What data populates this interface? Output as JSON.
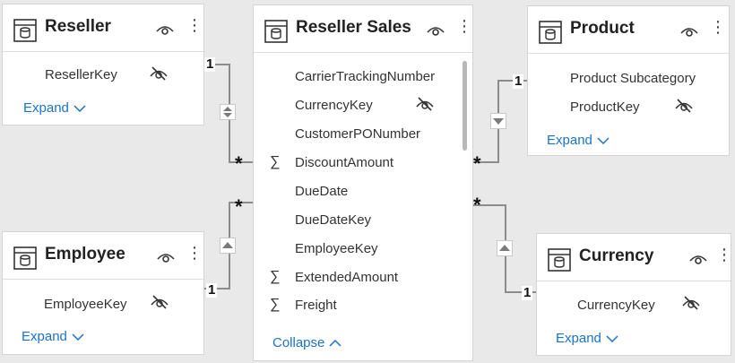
{
  "colors": {
    "background": "#e9e9e9",
    "card": "#ffffff",
    "link": "#1a73c8",
    "line": "#8c8c8c"
  },
  "tables": {
    "reseller": {
      "title": "Reseller",
      "fields": [
        "ResellerKey"
      ],
      "expand": "Expand"
    },
    "reseller_sales": {
      "title": "Reseller Sales",
      "fields": [
        "CarrierTrackingNumber",
        "CurrencyKey",
        "CustomerPONumber",
        "DiscountAmount",
        "DueDate",
        "DueDateKey",
        "EmployeeKey",
        "ExtendedAmount",
        "Freight"
      ],
      "collapse": "Collapse"
    },
    "product": {
      "title": "Product",
      "fields": [
        "Product Subcategory",
        "ProductKey"
      ],
      "expand": "Expand"
    },
    "employee": {
      "title": "Employee",
      "fields": [
        "EmployeeKey"
      ],
      "expand": "Expand"
    },
    "currency": {
      "title": "Currency",
      "fields": [
        "CurrencyKey"
      ],
      "expand": "Expand"
    }
  },
  "relationships": {
    "one": "1",
    "many": "*"
  },
  "icons": {
    "table": "table-icon",
    "visibility": "eye-icon",
    "hidden": "eye-hidden-icon",
    "more": "more-options-icon",
    "sum": "sigma-icon",
    "chevron": "chevron-icon",
    "filter_direction": "triangle-icon"
  }
}
